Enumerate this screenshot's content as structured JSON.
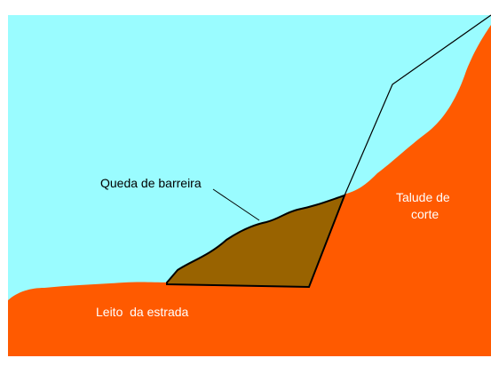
{
  "colors": {
    "sky": "#9afcff",
    "earth": "#ff5a00",
    "debris": "#996300",
    "outline": "#000000",
    "label_on_sky": "#000000",
    "label_on_earth": "#ffffff",
    "border": "#ffffff"
  },
  "labels": {
    "landslide": "Queda de barreira",
    "slope_line1": "Talude de",
    "slope_line2": "corte",
    "road_bed": "Leito  da estrada"
  }
}
